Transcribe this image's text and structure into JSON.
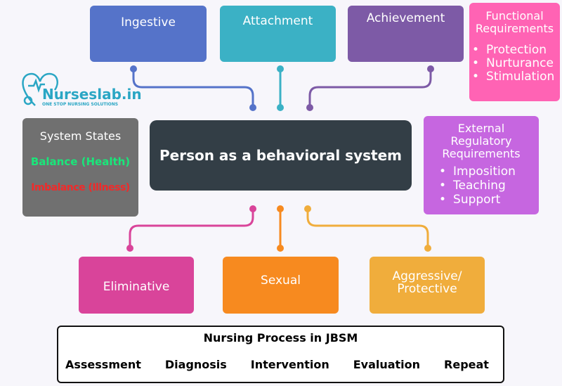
{
  "logo": {
    "name": "Nurseslab.in",
    "tagline": "ONE STOP NURSING SOLUTIONS"
  },
  "center": {
    "title": "Person as a behavioral system"
  },
  "subsystems_top": [
    {
      "label": "Ingestive",
      "color": "#5573c9"
    },
    {
      "label": "Attachment",
      "color": "#3bb1c5"
    },
    {
      "label": "Achievement",
      "color": "#7d5aa6"
    }
  ],
  "subsystems_bottom": [
    {
      "label": "Eliminative",
      "color": "#d9449a"
    },
    {
      "label": "Sexual",
      "color": "#f78a1f"
    },
    {
      "label": "Aggressive/ Protective",
      "color": "#f0ad3c"
    }
  ],
  "functional": {
    "title": "Functional Requirements",
    "items": [
      "Protection",
      "Nurturance",
      "Stimulation"
    ],
    "color": "#ff63b4"
  },
  "external": {
    "title": "External Regulatory Requirements",
    "items": [
      "Imposition",
      "Teaching",
      "Support"
    ],
    "color": "#c666e0"
  },
  "system_states": {
    "title": "System States",
    "balance": "Balance (Health)",
    "imbalance": "Imbalance (Illness)",
    "balance_color": "#19e77a",
    "imbalance_color": "#f02a2a"
  },
  "nursing_process": {
    "title": "Nursing Process in JBSM",
    "steps": [
      "Assessment",
      "Diagnosis",
      "Intervention",
      "Evaluation",
      "Repeat"
    ]
  }
}
